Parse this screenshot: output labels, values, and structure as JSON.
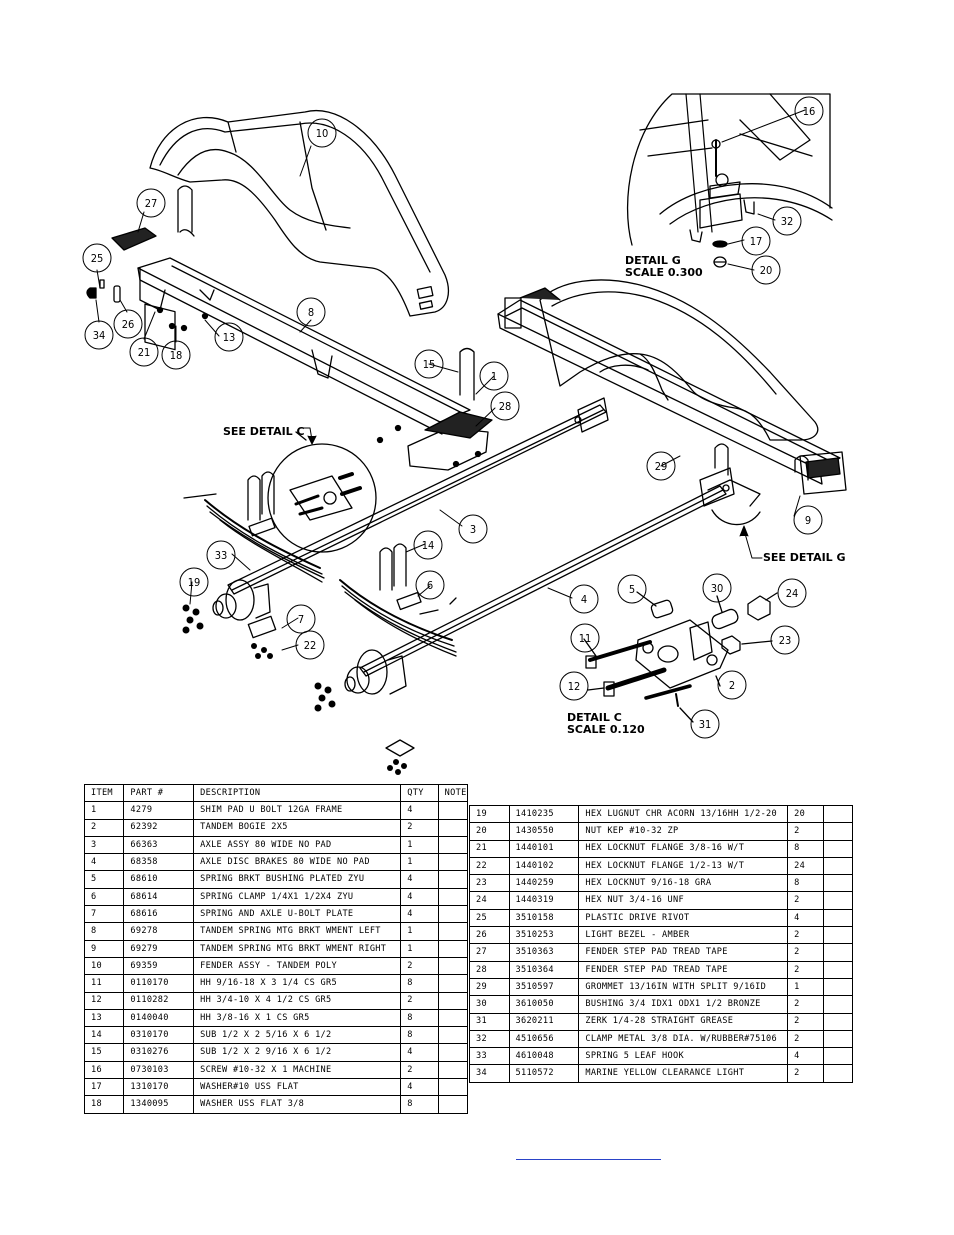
{
  "callouts": {
    "n1": "1",
    "n2": "2",
    "n3": "3",
    "n4": "4",
    "n5": "5",
    "n6": "6",
    "n7": "7",
    "n8": "8",
    "n9": "9",
    "n10": "10",
    "n11": "11",
    "n12": "12",
    "n13": "13",
    "n14": "14",
    "n15": "15",
    "n16": "16",
    "n17": "17",
    "n18": "18",
    "n19": "19",
    "n20": "20",
    "n21": "21",
    "n22": "22",
    "n23": "23",
    "n24": "24",
    "n25": "25",
    "n26": "26",
    "n27": "27",
    "n28": "28",
    "n29": "29",
    "n30": "30",
    "n31": "31",
    "n32": "32",
    "n33": "33",
    "n34": "34"
  },
  "labels": {
    "see_detail_c": "SEE DETAIL C",
    "see_detail_g": "SEE DETAIL G",
    "detail_g_title": "DETAIL G",
    "detail_g_scale": "SCALE 0.300",
    "detail_c_title": "DETAIL C",
    "detail_c_scale": "SCALE 0.120"
  },
  "bom": {
    "headers": {
      "item": "ITEM",
      "part": "PART #",
      "description": "DESCRIPTION",
      "qty": "QTY",
      "note": "NOTE"
    },
    "left": [
      {
        "item": "1",
        "part": "4279",
        "description": "SHIM PAD  U BOLT 12GA FRAME",
        "qty": "4",
        "note": ""
      },
      {
        "item": "2",
        "part": "62392",
        "description": "TANDEM BOGIE  2X5",
        "qty": "2",
        "note": ""
      },
      {
        "item": "3",
        "part": "66363",
        "description": "AXLE ASSY 80 WIDE NO PAD",
        "qty": "1",
        "note": ""
      },
      {
        "item": "4",
        "part": "68358",
        "description": "AXLE DISC BRAKES 80 WIDE NO PAD",
        "qty": "1",
        "note": ""
      },
      {
        "item": "5",
        "part": "68610",
        "description": "SPRING BRKT BUSHING PLATED ZYU",
        "qty": "4",
        "note": ""
      },
      {
        "item": "6",
        "part": "68614",
        "description": "SPRING CLAMP  1/4X1 1/2X4  ZYU",
        "qty": "4",
        "note": ""
      },
      {
        "item": "7",
        "part": "68616",
        "description": "SPRING AND AXLE U-BOLT PLATE",
        "qty": "4",
        "note": ""
      },
      {
        "item": "8",
        "part": "69278",
        "description": "TANDEM SPRING MTG BRKT WMENT LEFT",
        "qty": "1",
        "note": ""
      },
      {
        "item": "9",
        "part": "69279",
        "description": "TANDEM SPRING MTG BRKT WMENT RIGHT",
        "qty": "1",
        "note": ""
      },
      {
        "item": "10",
        "part": "69359",
        "description": "FENDER ASSY - TANDEM POLY",
        "qty": "2",
        "note": ""
      },
      {
        "item": "11",
        "part": "0110170",
        "description": "HH 9/16-18 X 3 1/4 CS GR5",
        "qty": "8",
        "note": ""
      },
      {
        "item": "12",
        "part": "0110282",
        "description": "HH 3/4-10 X 4 1/2 CS GR5",
        "qty": "2",
        "note": ""
      },
      {
        "item": "13",
        "part": "0140040",
        "description": "HH 3/8-16 X 1 CS GR5",
        "qty": "8",
        "note": ""
      },
      {
        "item": "14",
        "part": "0310170",
        "description": "SUB 1/2 X 2 5/16 X 6 1/2",
        "qty": "8",
        "note": ""
      },
      {
        "item": "15",
        "part": "0310276",
        "description": "SUB 1/2 X 2 9/16 X 6 1/2",
        "qty": "4",
        "note": ""
      },
      {
        "item": "16",
        "part": "0730103",
        "description": "SCREW #10-32 X 1 MACHINE",
        "qty": "2",
        "note": ""
      },
      {
        "item": "17",
        "part": "1310170",
        "description": "WASHER#10 USS FLAT",
        "qty": "4",
        "note": ""
      },
      {
        "item": "18",
        "part": "1340095",
        "description": "WASHER USS FLAT 3/8",
        "qty": "8",
        "note": ""
      }
    ],
    "right": [
      {
        "item": "19",
        "part": "1410235",
        "description": "HEX LUGNUT CHR ACORN 13/16HH 1/2-20",
        "qty": "20",
        "note": ""
      },
      {
        "item": "20",
        "part": "1430550",
        "description": "NUT KEP #10-32 ZP",
        "qty": "2",
        "note": ""
      },
      {
        "item": "21",
        "part": "1440101",
        "description": "HEX LOCKNUT FLANGE 3/8-16 W/T",
        "qty": "8",
        "note": ""
      },
      {
        "item": "22",
        "part": "1440102",
        "description": "HEX LOCKNUT FLANGE 1/2-13 W/T",
        "qty": "24",
        "note": ""
      },
      {
        "item": "23",
        "part": "1440259",
        "description": "HEX LOCKNUT 9/16-18 GRA",
        "qty": "8",
        "note": ""
      },
      {
        "item": "24",
        "part": "1440319",
        "description": "HEX NUT 3/4-16 UNF",
        "qty": "2",
        "note": ""
      },
      {
        "item": "25",
        "part": "3510158",
        "description": "PLASTIC DRIVE RIVOT",
        "qty": "4",
        "note": ""
      },
      {
        "item": "26",
        "part": "3510253",
        "description": "LIGHT BEZEL - AMBER",
        "qty": "2",
        "note": ""
      },
      {
        "item": "27",
        "part": "3510363",
        "description": "FENDER STEP PAD TREAD TAPE",
        "qty": "2",
        "note": ""
      },
      {
        "item": "28",
        "part": "3510364",
        "description": "FENDER STEP PAD TREAD TAPE",
        "qty": "2",
        "note": ""
      },
      {
        "item": "29",
        "part": "3510597",
        "description": "GROMMET 13/16IN  WITH SPLIT 9/16ID",
        "qty": "1",
        "note": ""
      },
      {
        "item": "30",
        "part": "3610050",
        "description": "BUSHING  3/4 IDX1 ODX1 1/2 BRONZE",
        "qty": "2",
        "note": ""
      },
      {
        "item": "31",
        "part": "3620211",
        "description": "ZERK  1/4-28 STRAIGHT GREASE",
        "qty": "2",
        "note": ""
      },
      {
        "item": "32",
        "part": "4510656",
        "description": "CLAMP METAL 3/8 DIA. W/RUBBER#75106",
        "qty": "2",
        "note": ""
      },
      {
        "item": "33",
        "part": "4610048",
        "description": "SPRING  5 LEAF HOOK",
        "qty": "4",
        "note": ""
      },
      {
        "item": "34",
        "part": "5110572",
        "description": "MARINE YELLOW CLEARANCE LIGHT",
        "qty": "2",
        "note": ""
      }
    ]
  }
}
